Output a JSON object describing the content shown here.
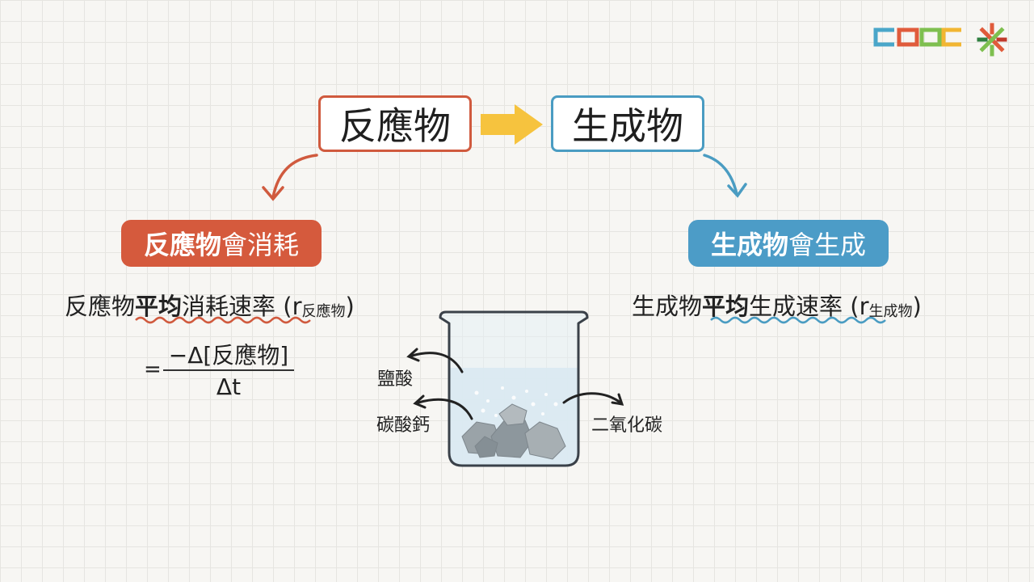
{
  "flow": {
    "reactant_label": "反應物",
    "product_label": "生成物"
  },
  "reactant_side": {
    "pill_main": "反應物",
    "pill_rest": "會消耗",
    "rate_pre": "反應物",
    "rate_bold": "平均",
    "rate_post": "消耗速率 (r",
    "rate_sub": "反應物",
    "rate_close": ")",
    "formula": {
      "equals": "=",
      "numerator": "−Δ[反應物]",
      "denominator": "Δt"
    }
  },
  "product_side": {
    "pill_main": "生成物",
    "pill_rest": "會生成",
    "rate_pre": "生成物",
    "rate_bold": "平均",
    "rate_post": "生成速率 (r",
    "rate_sub": "生成物",
    "rate_close": ")"
  },
  "beaker_labels": {
    "acid": "鹽酸",
    "carbonate": "碳酸鈣",
    "gas": "二氧化碳"
  },
  "colors": {
    "reactant": "#d55a3d",
    "product": "#4c9cc7",
    "arrow_yellow": "#f6c33e"
  },
  "logos": {
    "cooc": "cooc-logo",
    "partner": "cross-pattern-logo"
  }
}
